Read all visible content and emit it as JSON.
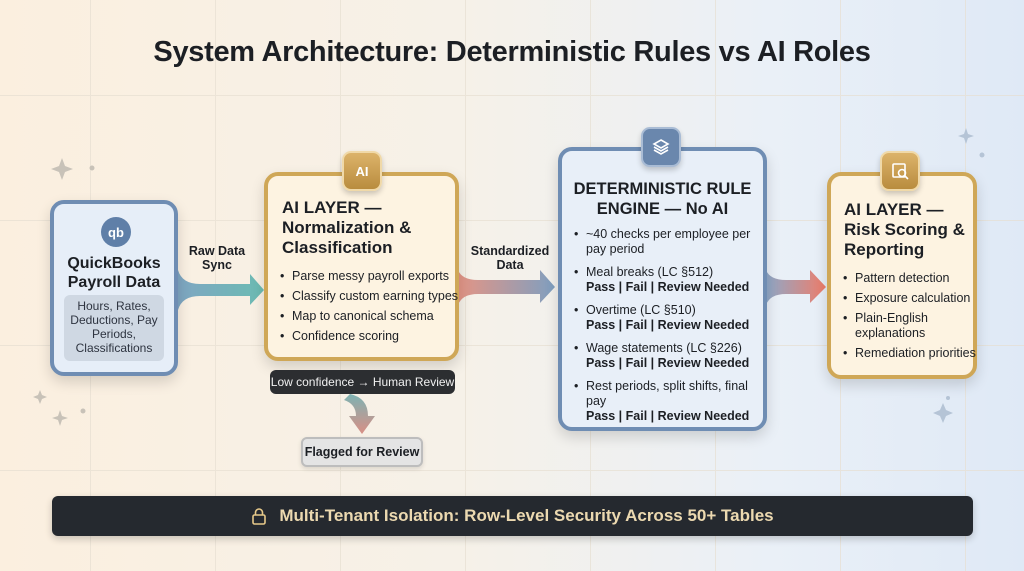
{
  "title": "System  Architecture: Deterministic Rules vs AI Roles",
  "source": {
    "icon": "quickbooks-icon",
    "icon_text": "qb",
    "title": "QuickBooks Payroll Data",
    "details": "Hours, Rates, Deductions, Pay Periods, Classifications"
  },
  "arrow1_label": "Raw Data Sync",
  "ai_normalize": {
    "icon_text": "AI",
    "title": "AI LAYER — Normalization & Classification",
    "items": [
      "Parse messy payroll exports",
      "Classify custom earning types",
      "Map to canonical schema",
      "Confidence scoring"
    ]
  },
  "low_confidence": "Low confidence → Human Review",
  "flagged": "Flagged for Review",
  "arrow2_label": "Standardized Data",
  "engine": {
    "title": "DETERMINISTIC RULE ENGINE — No AI",
    "intro": "~40 checks per employee per pay period",
    "checks": [
      {
        "name": "Meal breaks (LC §512)",
        "result": "Pass | Fail | Review Needed"
      },
      {
        "name": "Overtime (LC §510)",
        "result": "Pass | Fail | Review Needed"
      },
      {
        "name": "Wage statements (LC §226)",
        "result": "Pass | Fail | Review Needed"
      },
      {
        "name": "Rest periods, split shifts, final pay",
        "result": "Pass | Fail | Review Needed"
      }
    ]
  },
  "ai_risk": {
    "title": "AI LAYER — Risk Scoring & Reporting",
    "items": [
      "Pattern detection",
      "Exposure calculation",
      "Plain-English explanations",
      "Remediation priorities"
    ]
  },
  "footer": "Multi-Tenant Isolation: Row-Level Security Across 50+ Tables",
  "colors": {
    "blue": "#6f8db3",
    "gold": "#cfa757",
    "dark": "#25292f"
  }
}
